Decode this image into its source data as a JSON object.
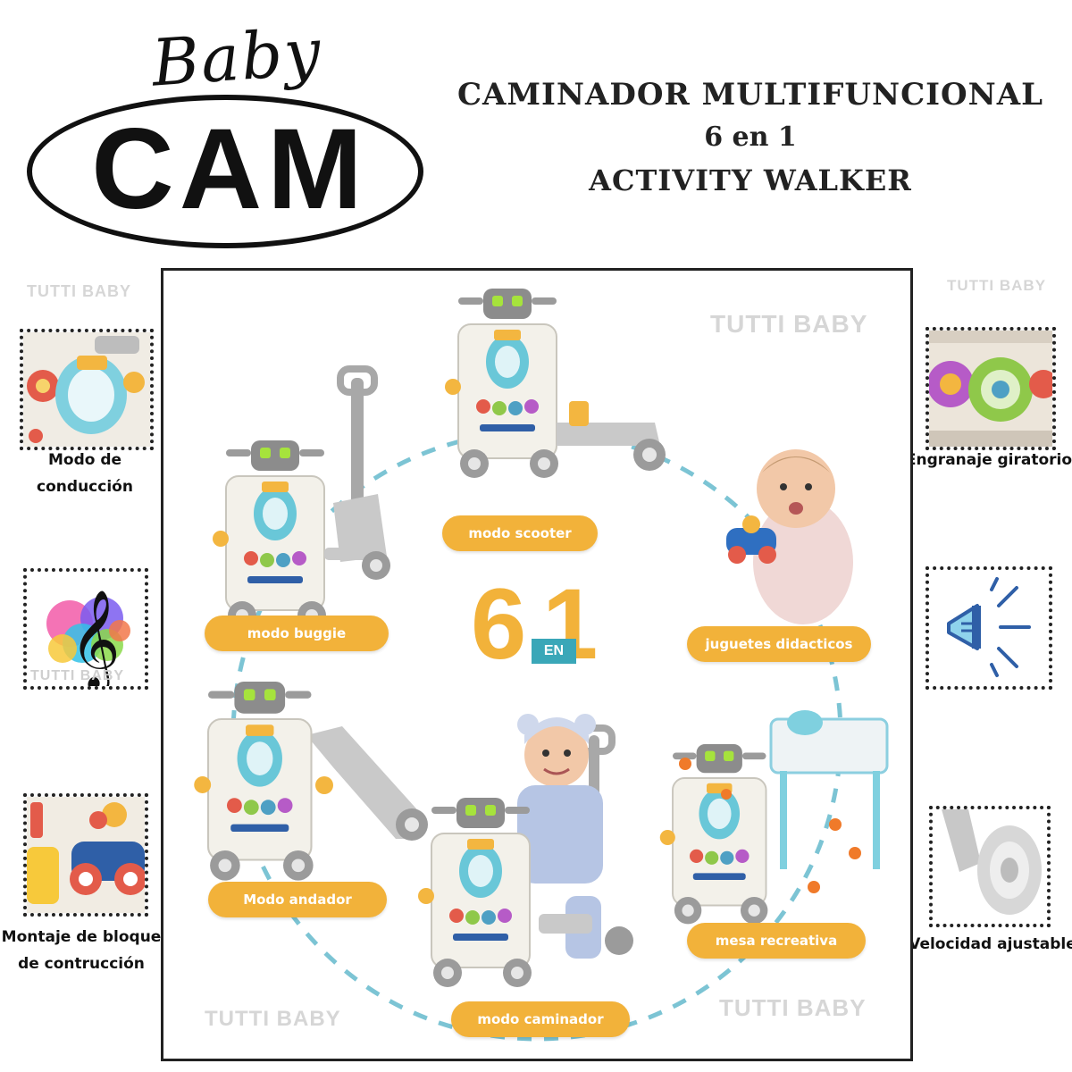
{
  "logo": {
    "baby": "Baby",
    "cam": "CAM"
  },
  "title": {
    "line1": "CAMINADOR  MULTIFUNCIONAL",
    "line2": "6 en 1",
    "line3": "ACTIVITY WALKER"
  },
  "watermark": "TUTTI BABY",
  "features_left": [
    {
      "label": "Modo de conducción"
    },
    {
      "label": ""
    },
    {
      "label": "Montaje de bloque de contrucción"
    }
  ],
  "features_right": [
    {
      "label": "Engranaje giratorio"
    },
    {
      "label": ""
    },
    {
      "label": "Velocidad ajustable"
    }
  ],
  "center": {
    "number_6": "6",
    "number_1": "1",
    "en": "EN"
  },
  "modes": {
    "scooter": "modo scooter",
    "buggie": "modo buggie",
    "juguetes": "juguetes didacticos",
    "andador": "Modo andador",
    "mesa": "mesa recreativa",
    "caminador": "modo caminador"
  },
  "colors": {
    "accent": "#f2b23a",
    "teal": "#3aa7b8",
    "toy_body": "#f3f1ea",
    "toy_grey": "#9b9b9b",
    "dash": "#7cc4d4"
  },
  "icons": {
    "music": "treble-clef-icon",
    "speaker": "speaker-icon"
  }
}
